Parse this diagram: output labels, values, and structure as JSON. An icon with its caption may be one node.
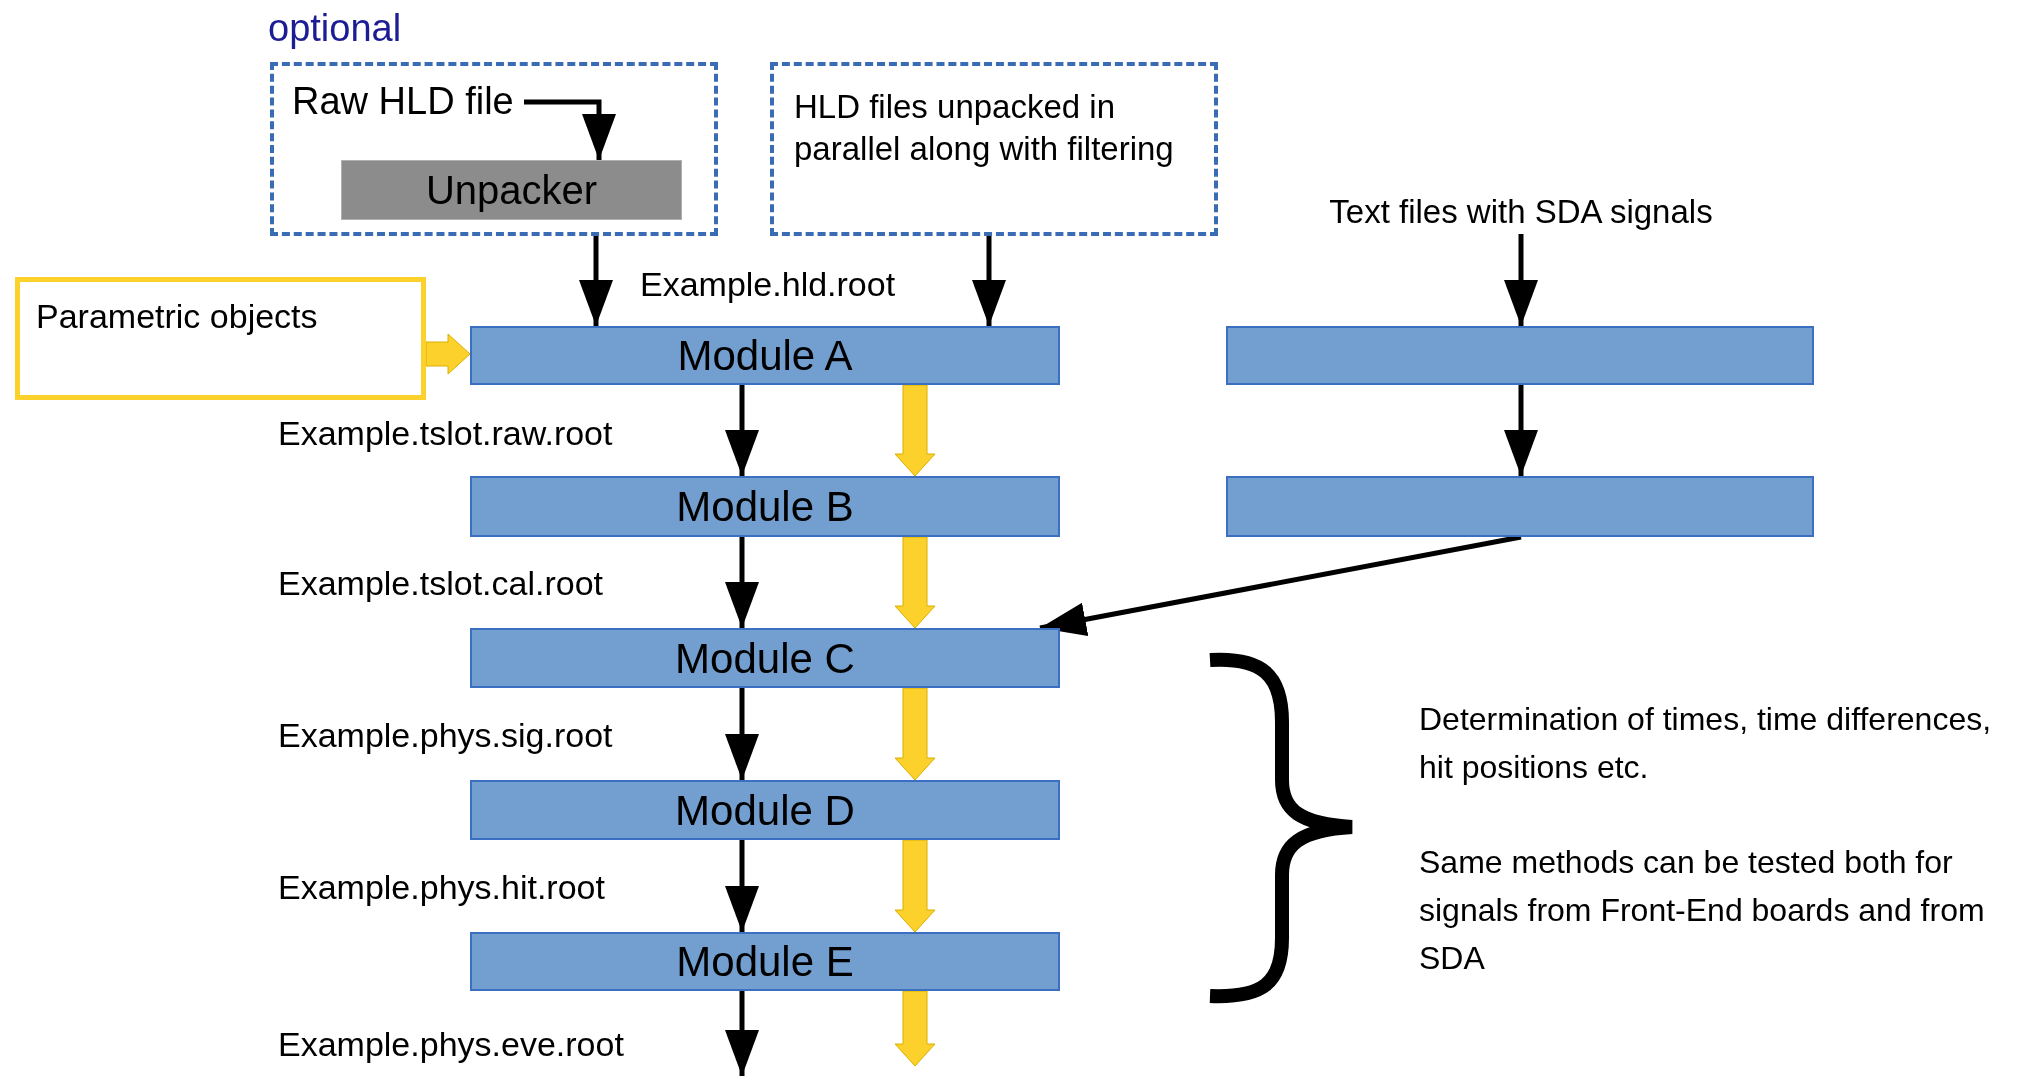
{
  "diagram": {
    "nodes": [
      {
        "text": [],
        "shape": "box"
      },
      {
        "text": [
          "Raw HLD file"
        ],
        "in": 0
      },
      {
        "text": [
          "Unpacker"
        ],
        "in": 0
      },
      {
        "text": [
          "HLD files unpacked in parallel along with filtering"
        ]
      },
      {
        "text": [
          "Text files with SDA signals"
        ]
      },
      {
        "text": [
          "Parametric objects"
        ]
      },
      {
        "text": [
          "Module A"
        ]
      },
      {
        "text": [],
        "shape": "bar"
      },
      {
        "text": [
          "Module B"
        ]
      },
      {
        "text": [],
        "shape": "bar"
      },
      {
        "text": [
          "Module C"
        ]
      },
      {
        "text": [
          "Module D"
        ]
      },
      {
        "text": [
          "Module E"
        ]
      }
    ],
    "edges": [
      {
        "from": 1,
        "to": 2,
        "arrow": "to"
      },
      {
        "from": 0,
        "to": 6,
        "arrow": "to"
      },
      {
        "from": 3,
        "to": 6,
        "arrow": "to"
      },
      {
        "from": 5,
        "to": 6,
        "arrow": "to",
        "style": "thick",
        "color": "#fdd12b"
      },
      {
        "from": 6,
        "to": 8,
        "arrow": "to",
        "label": "Example.tslot.raw.root"
      },
      {
        "from": 8,
        "to": 10,
        "arrow": "to",
        "label": "Example.tslot.cal.root"
      },
      {
        "from": 10,
        "to": 11,
        "arrow": "to",
        "label": "Example.phys.sig.root"
      },
      {
        "from": 11,
        "to": 12,
        "arrow": "to",
        "label": "Example.phys.hit.root"
      },
      {
        "from": 12,
        "to": null,
        "arrow": "to",
        "label": "Example.phys.eve.root"
      },
      {
        "from": 6,
        "to": 8,
        "arrow": "to",
        "style": "thick",
        "color": "#fdd12b"
      },
      {
        "from": 8,
        "to": 10,
        "arrow": "to",
        "style": "thick",
        "color": "#fdd12b"
      },
      {
        "from": 10,
        "to": 11,
        "arrow": "to",
        "style": "thick",
        "color": "#fdd12b"
      },
      {
        "from": 11,
        "to": 12,
        "arrow": "to",
        "style": "thick",
        "color": "#fdd12b"
      },
      {
        "from": 12,
        "to": null,
        "arrow": "to",
        "style": "thick",
        "color": "#fdd12b"
      },
      {
        "from": 4,
        "to": 7,
        "arrow": "to"
      },
      {
        "from": 7,
        "to": 9,
        "arrow": "to"
      },
      {
        "from": 9,
        "to": 10,
        "arrow": "to"
      }
    ],
    "labels": [
      "optional",
      "Example.hld.root",
      "Determination of times, time differences, hit positions etc.",
      "Same methods can be tested both for signals from Front-End boards and from SDA"
    ]
  }
}
